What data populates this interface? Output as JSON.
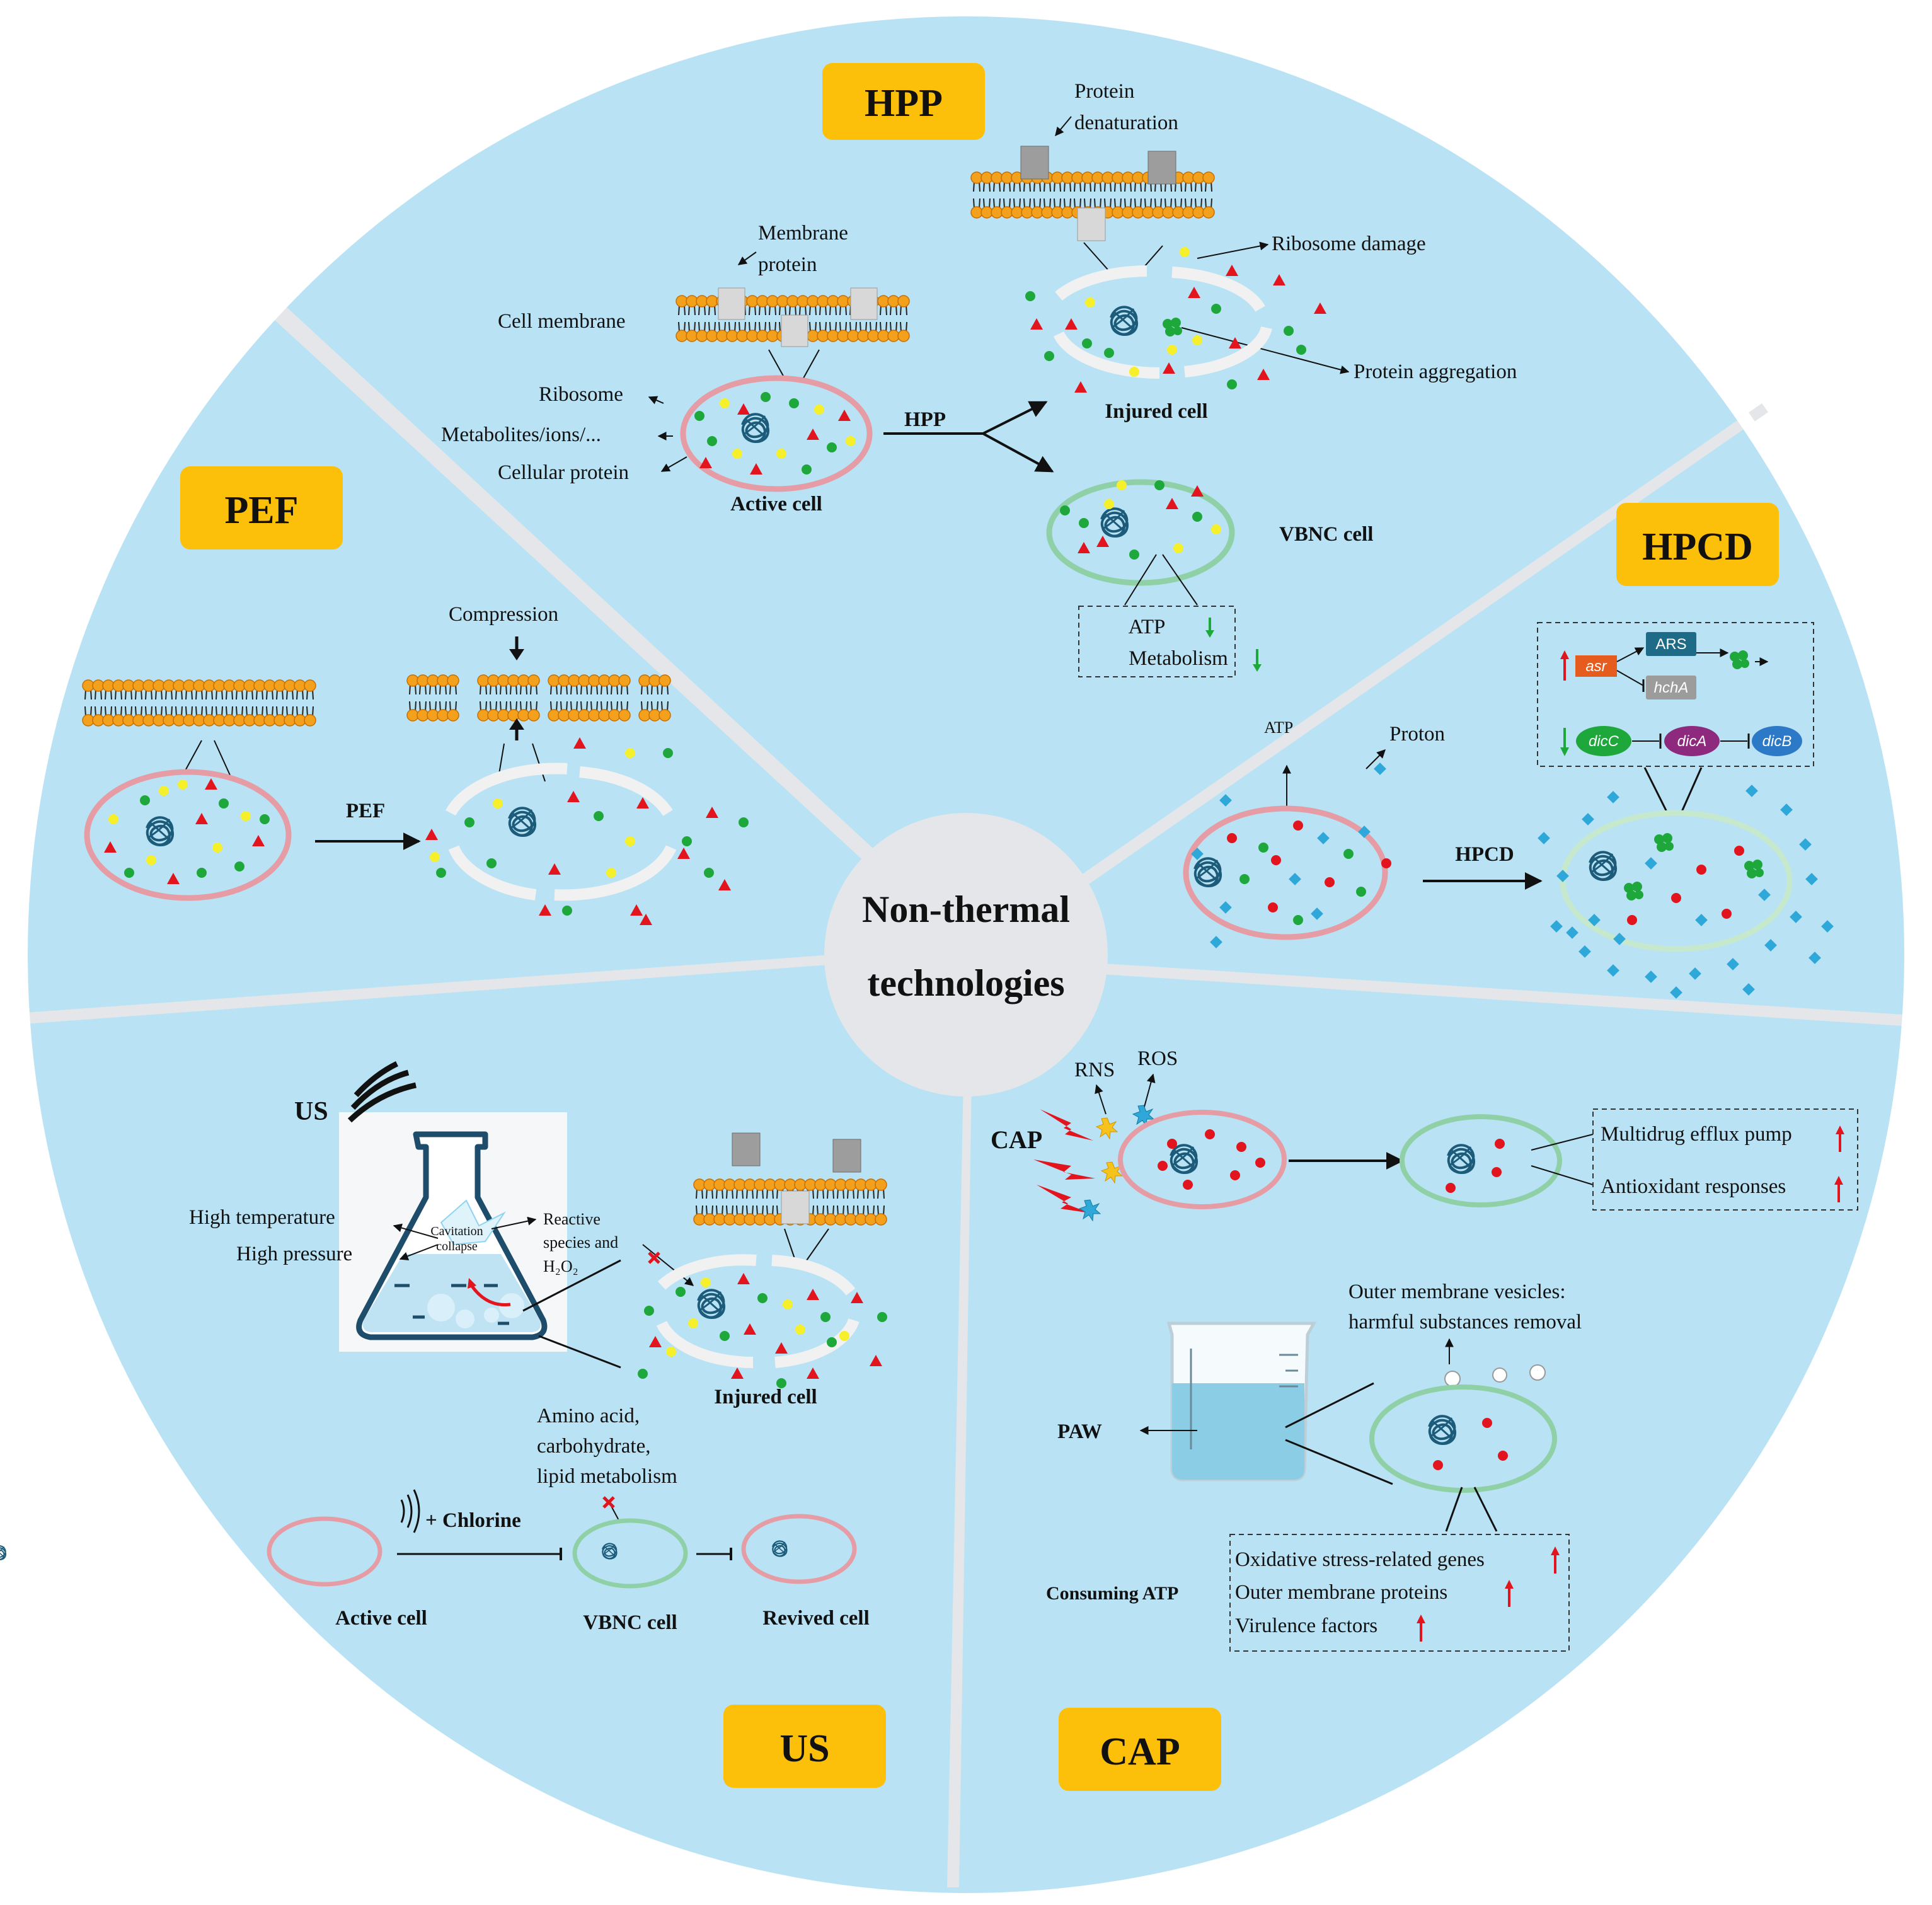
{
  "center": {
    "line1": "Non-thermal",
    "line2": "technologies"
  },
  "tags": {
    "hpp": "HPP",
    "pef": "PEF",
    "hpcd": "HPCD",
    "us": "US",
    "cap": "CAP"
  },
  "hpp": {
    "protein_denaturation": [
      "Protein",
      "denaturation"
    ],
    "membrane_protein": [
      "Membrane",
      "protein"
    ],
    "cell_membrane": "Cell membrane",
    "ribosome": "Ribosome",
    "metabolites": "Metabolites/ions/...",
    "cellular_protein": "Cellular protein",
    "active_cell": "Active cell",
    "arrow_label": "HPP",
    "ribosome_damage": "Ribosome damage",
    "protein_aggregation": "Protein aggregation",
    "injured_cell": "Injured cell",
    "vbnc_cell": "VBNC cell",
    "atp": "ATP",
    "metabolism": "Metabolism"
  },
  "pef": {
    "compression": "Compression",
    "arrow_label": "PEF"
  },
  "hpcd": {
    "atp": "ATP",
    "proton": "Proton",
    "arrow_label": "HPCD",
    "genes": {
      "asr": "asr",
      "ars": "ARS",
      "hcha": "hchA",
      "dicc": "dicC",
      "dica": "dicA",
      "dicb": "dicB"
    }
  },
  "us": {
    "us_label": "US",
    "high_temperature": "High temperature",
    "high_pressure": "High pressure",
    "cavitation": [
      "Cavitation",
      "collapse"
    ],
    "reactive": [
      "Reactive",
      "species and",
      "H₂O₂"
    ],
    "injured_cell": "Injured cell",
    "metabolism_note": [
      "Amino acid,",
      "carbohydrate,",
      "lipid metabolism"
    ],
    "chlorine": "+ Chlorine",
    "active_cell": "Active cell",
    "vbnc_cell": "VBNC cell",
    "revived_cell": "Revived cell"
  },
  "cap": {
    "rns": "RNS",
    "ros": "ROS",
    "cap_label": "CAP",
    "responses": [
      "Multidrug efflux pump",
      "Antioxidant responses"
    ],
    "vesicles": [
      "Outer membrane vesicles:",
      "harmful substances removal"
    ],
    "paw": "PAW",
    "consuming_atp": "Consuming ATP",
    "effects": [
      "Oxidative stress-related genes",
      "Outer membrane proteins",
      "Virulence factors"
    ]
  },
  "colors": {
    "background": "#b9e3f4",
    "divider": "#e4e6e9",
    "tag": "#fcc00a",
    "active_membrane": "#e69ca4",
    "vbnc_membrane": "#8fd0a6",
    "lipid": "#f3a11c",
    "red": "#e2141d",
    "green": "#1ea83b",
    "yellow": "#f6f02c",
    "diamond": "#2ea7d9",
    "dna": "#1c5c7a"
  }
}
